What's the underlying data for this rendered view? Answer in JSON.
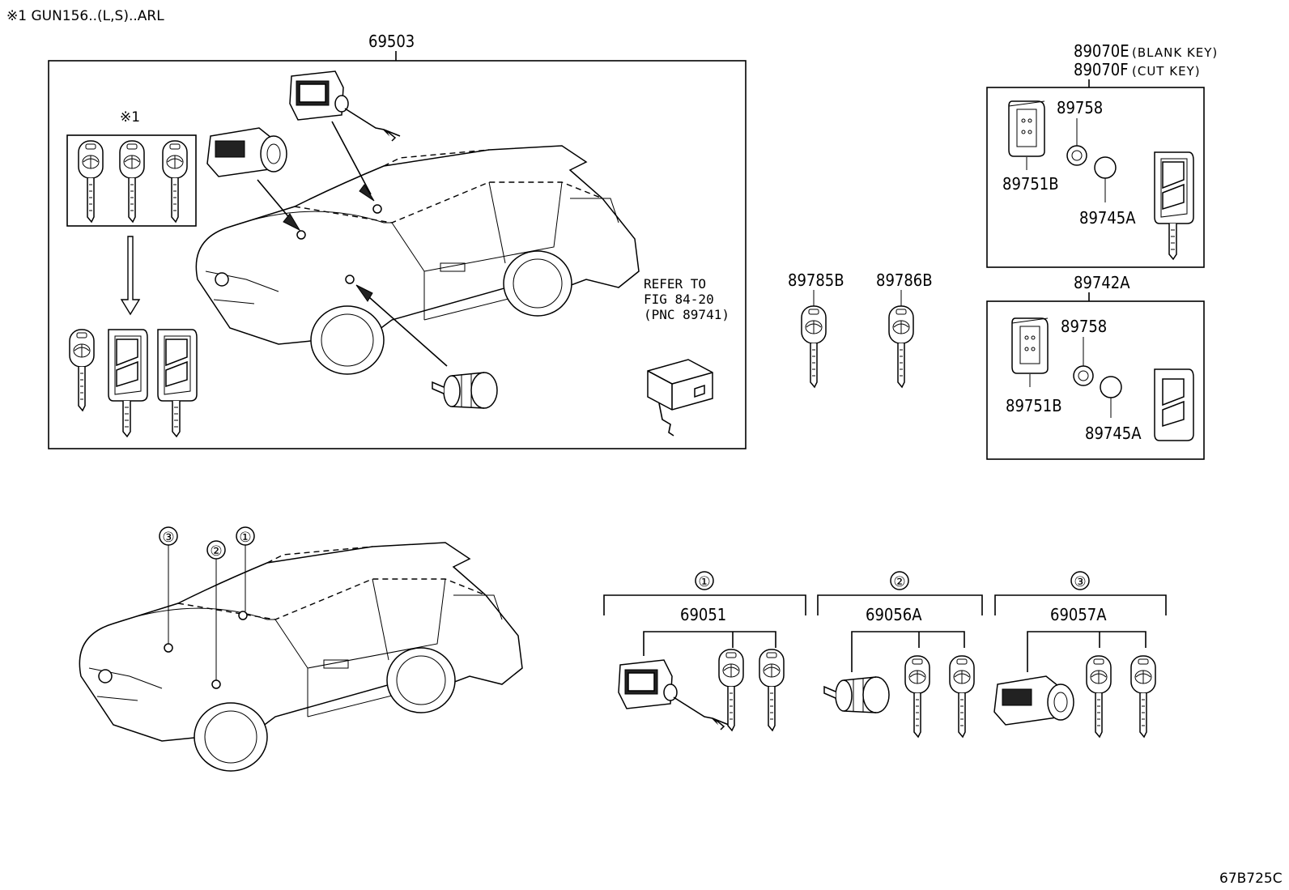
{
  "header_note": "※1 GUN156..(L,S)..ARL",
  "footer_code": "67B725C",
  "main_group": {
    "part_no": "69503",
    "sub_note_marker": "※1",
    "refer_lines": [
      "REFER TO",
      "FIG 84-20",
      "(PNC 89741)"
    ]
  },
  "key_group_e": {
    "line1_part": "89070E",
    "line1_note": "(BLANK KEY)",
    "line2_part": "89070F",
    "line2_note": "(CUT KEY)",
    "items": [
      "89758",
      "89751B",
      "89745A"
    ]
  },
  "key_group_742": {
    "part_no": "89742A",
    "items": [
      "89758",
      "89751B",
      "89745A"
    ]
  },
  "loose_keys": [
    "89785B",
    "89786B"
  ],
  "callouts": [
    {
      "marker": "①",
      "part_no": "69051"
    },
    {
      "marker": "②",
      "part_no": "69056A"
    },
    {
      "marker": "③",
      "part_no": "69057A"
    }
  ],
  "car_markers": [
    "③",
    "②",
    "①"
  ]
}
